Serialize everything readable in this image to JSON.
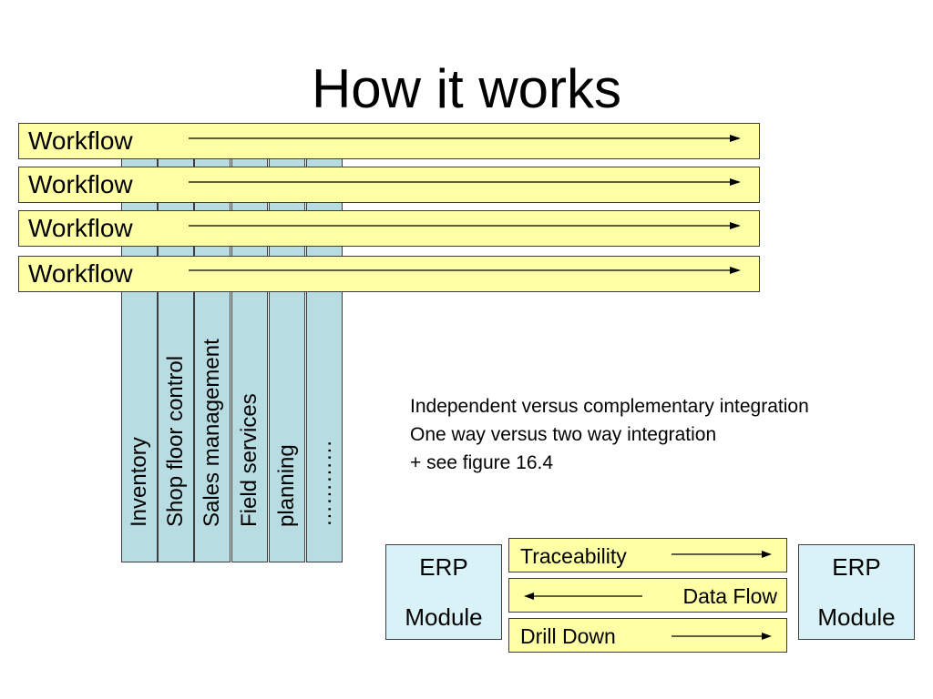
{
  "title": "How it works",
  "modules": [
    "Inventory",
    "Shop floor control",
    "Sales management",
    "Field services",
    "planning",
    "…………"
  ],
  "workflows": [
    "Workflow",
    "Workflow",
    "Workflow",
    "Workflow"
  ],
  "notes": [
    "Independent versus complementary integration",
    "One way versus two way integration",
    "+ see figure 16.4"
  ],
  "erp_left": {
    "line1": "ERP",
    "line2": "Module"
  },
  "erp_right": {
    "line1": "ERP",
    "line2": "Module"
  },
  "flows": [
    {
      "label": "Traceability",
      "direction": "right"
    },
    {
      "label": "Data Flow",
      "direction": "left"
    },
    {
      "label": "Drill Down",
      "direction": "right"
    }
  ],
  "colors": {
    "workflow_fill": "#ffffa6",
    "module_column_fill": "#b7dde3",
    "erp_box_fill": "#d9f2f7",
    "border": "#3d3d3d"
  }
}
